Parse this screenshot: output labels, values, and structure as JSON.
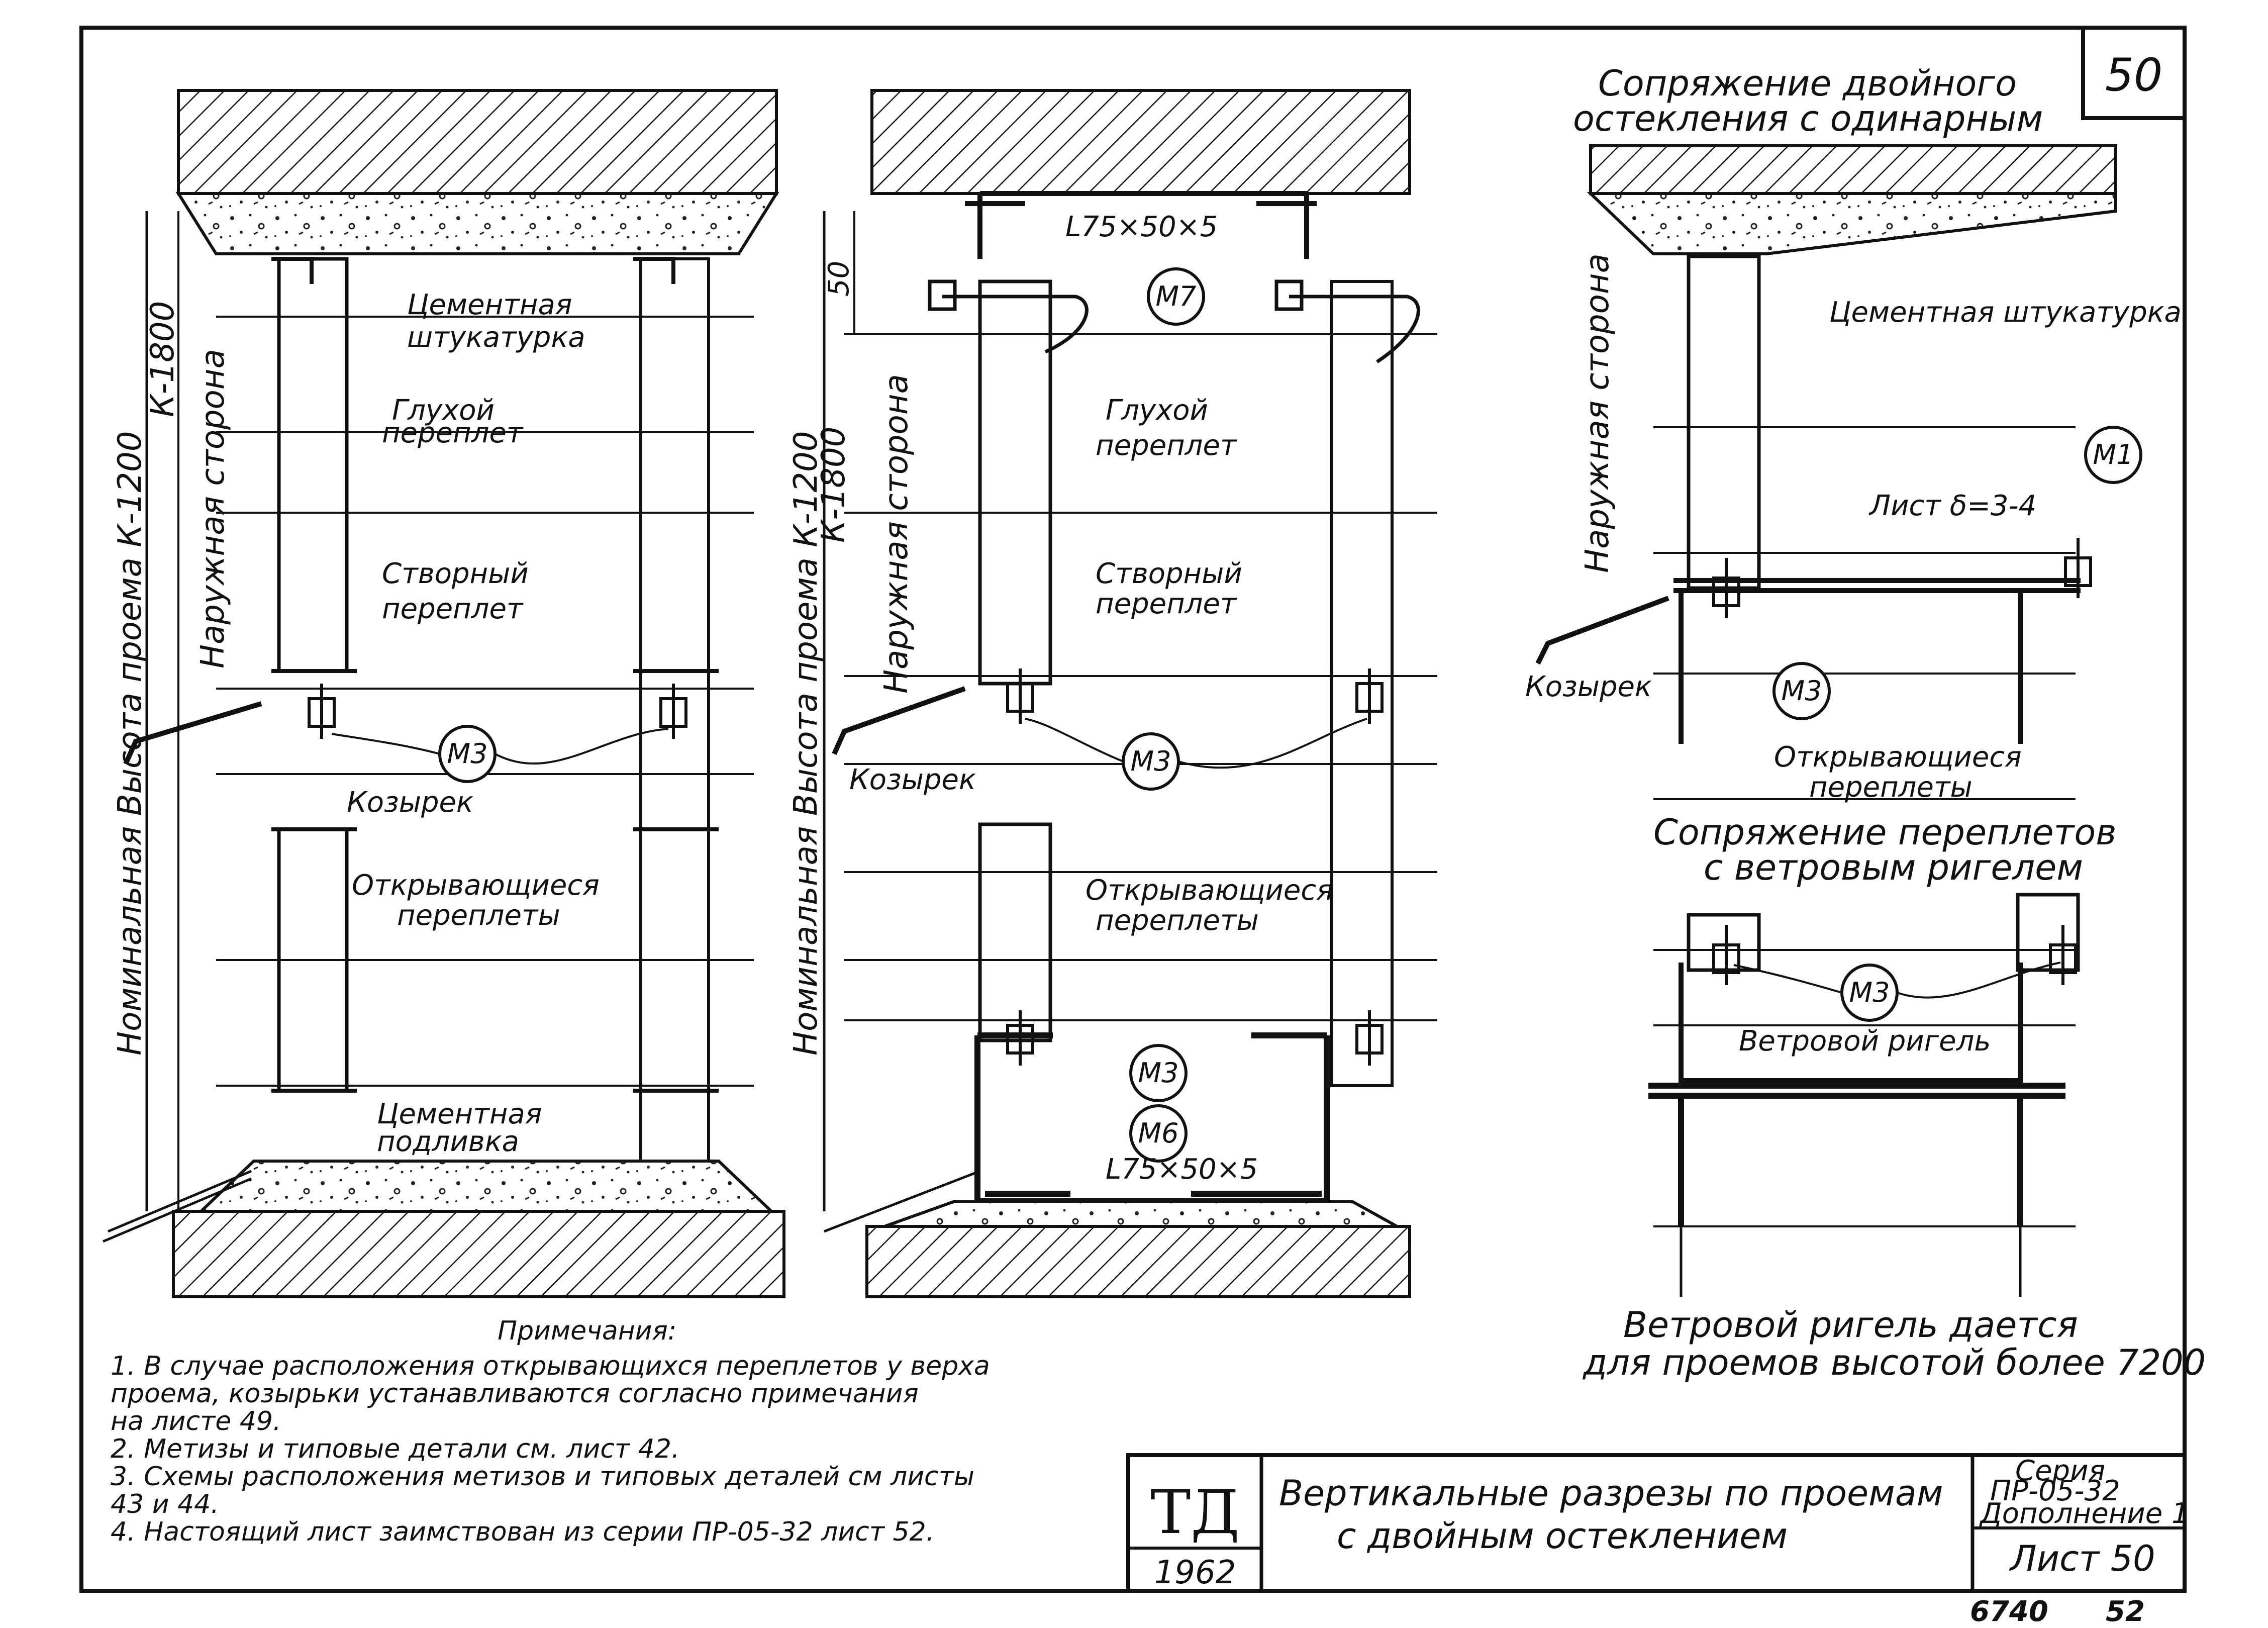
{
  "sheet": {
    "number_box": "50",
    "bottom_codes": [
      "6740",
      "52"
    ]
  },
  "left_section": {
    "dim_outer": "Номинальная Высота проема К-1200",
    "dim_outer_2": "К-1800",
    "side_label": "Наружная сторона",
    "label_plaster": "Цементная",
    "label_plaster_2": "штукатурка",
    "label_fixed": "Глухой",
    "label_fixed_2": "переплет",
    "label_hinged": "Створный",
    "label_hinged_2": "переплет",
    "mark_m3": "М3",
    "label_visor": "Козырек",
    "label_opening": "Открывающиеся",
    "label_opening_2": "переплеты",
    "label_grout": "Цементная",
    "label_grout_2": "подливка"
  },
  "middle_section": {
    "dim_outer": "Номинальная Высота проема К-1200",
    "dim_outer_2": "К-1800",
    "side_label": "Наружная сторона",
    "dim_50": "50",
    "angle_top": "L75×50×5",
    "mark_m7": "М7",
    "label_fixed": "Глухой",
    "label_fixed_2": "переплет",
    "label_hinged": "Створный",
    "label_hinged_2": "переплет",
    "mark_m3_upper": "М3",
    "label_visor": "Козырек",
    "label_opening": "Открывающиеся",
    "label_opening_2": "переплеты",
    "mark_m3_lower": "М3",
    "mark_m6": "М6",
    "angle_bottom": "L75×50×5"
  },
  "right_section": {
    "title_1": "Сопряжение двойного",
    "title_2": "остекления с одинарным",
    "label_plaster": "Цементная штукатурка",
    "side_label": "Наружная сторона",
    "mark_m1": "М1",
    "label_sheet": "Лист δ=3-4",
    "mark_m3_top": "М3",
    "label_visor": "Козырек",
    "label_opening": "Открывающиеся",
    "label_opening_2": "переплеты",
    "title_3": "Сопряжение переплетов",
    "title_4": "с ветровым ригелем",
    "mark_m3_bottom": "М3",
    "label_wind_beam": "Ветровой ригель",
    "note_1": "Ветровой ригель дается",
    "note_2": "для проемов высотой более 7200"
  },
  "notes": {
    "heading": "Примечания:",
    "items": [
      "1.  В случае расположения открывающихся переплетов у верха",
      "     проема, козырьки устанавливаются согласно примечания",
      "     на листе 49.",
      "2.  Метизы и типовые детали см. лист 42.",
      "3.  Схемы расположения метизов и типовых деталей см листы",
      "     43 и 44.",
      "4.  Настоящий лист заимствован из серии ПР-05-32 лист 52."
    ]
  },
  "title_block": {
    "logo": "ТД",
    "year": "1962",
    "title_1": "Вертикальные разрезы по проемам",
    "title_2": "с двойным остеклением",
    "series_1": "Серия",
    "series_2": "ПР-05-32",
    "series_3": "Дополнение 1",
    "sheet": "Лист 50"
  }
}
